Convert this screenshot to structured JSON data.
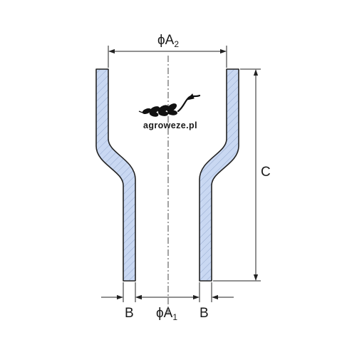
{
  "dimensions": {
    "top_diameter": {
      "prefix": "ϕA",
      "subscript": "2"
    },
    "bottom_diameter": {
      "prefix": "ϕA",
      "subscript": "1"
    },
    "height": "C",
    "wall_left": "B",
    "wall_right": "B"
  },
  "watermark": {
    "text": "agroweze.pl"
  },
  "colors": {
    "wall_fill": "#c9d8f2",
    "outline": "#222222",
    "hatch": "#8aa0c8",
    "logo": "#111111"
  }
}
